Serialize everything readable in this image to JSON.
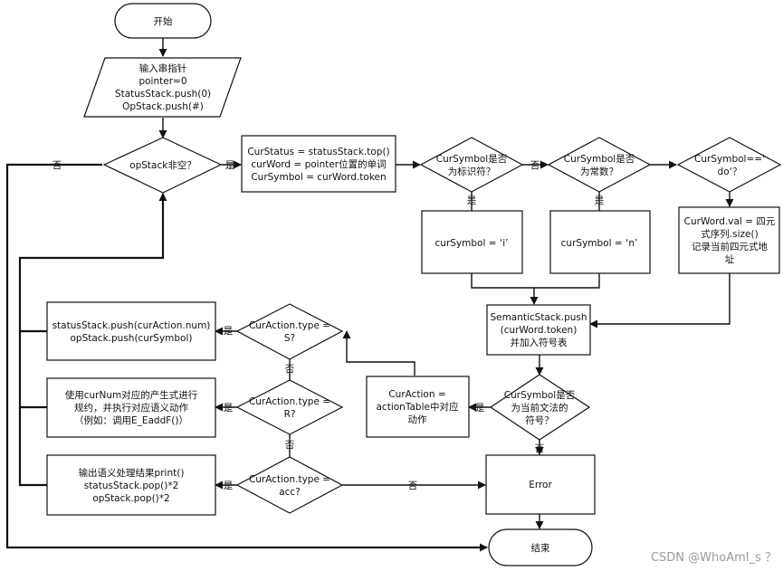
{
  "nodes": {
    "start": [
      "开始"
    ],
    "input": [
      "输入串指针",
      "pointer=0",
      "StatusStack.push(0)",
      "OpStack.push(#)"
    ],
    "opstack_check": [
      "opStack非空？"
    ],
    "read_status": [
      "CurStatus = statusStack.top()",
      "curWord = pointer位置的单词",
      "CurSymbol = curWord.token"
    ],
    "is_identifier": [
      "CurSymbol是否",
      "为标识符？"
    ],
    "is_constant": [
      "CurSymbol是否",
      "为常数？"
    ],
    "is_do": [
      "CurSymbol=='",
      "do‘？"
    ],
    "set_i": [
      "curSymbol = ‘i’"
    ],
    "set_n": [
      "curSymbol = ‘n’"
    ],
    "quad_addr": [
      "CurWord.val = 四元",
      "式序列.size()",
      "记录当前四元式地",
      "址"
    ],
    "semantic_push": [
      "SemanticStack.push",
      "(curWord.token)",
      "并加入符号表"
    ],
    "is_grammar_symbol": [
      "CurSymbol是否",
      "为当前文法的",
      "符号？"
    ],
    "action_lookup": [
      "CurAction =",
      "actionTable中对应",
      "动作"
    ],
    "type_s": [
      "CurAction.type =",
      "S?"
    ],
    "type_r": [
      "CurAction.type =",
      "R?"
    ],
    "type_acc": [
      "CurAction.type =",
      "acc?"
    ],
    "shift_action": [
      "statusStack.push(curAction.num)",
      "opStack.push(curSymbol)"
    ],
    "reduce_action": [
      "使用curNum对应的产生式进行",
      "规约，并执行对应语义动作",
      "（例如：调用E_EaddF()）"
    ],
    "accept_action": [
      "输出语义处理结果print()",
      "statusStack.pop()*2",
      "opStack.pop()*2"
    ],
    "error": [
      "Error"
    ],
    "end": [
      "结束"
    ]
  },
  "edge_labels": {
    "yes": "是",
    "no": "否"
  },
  "watermark": "CSDN @WhoAmI_s ？"
}
